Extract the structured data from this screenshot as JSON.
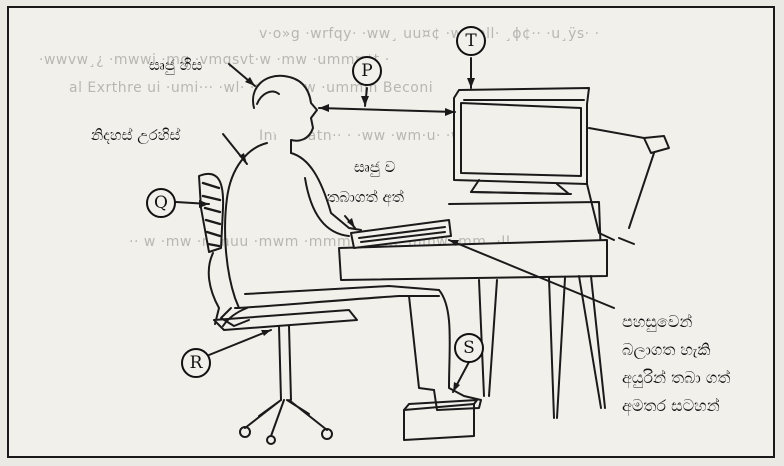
{
  "labels": {
    "correct_head": "සෘජු හිස",
    "relaxed_shoulders": "නිදහස් උරහිස්",
    "straight_wrist_line1": "සෘජු ව",
    "straight_wrist_line2": "තබාගත් අත්"
  },
  "markers": {
    "p": "P",
    "q": "Q",
    "r": "R",
    "s": "S",
    "t": "T"
  },
  "note_lines": [
    "පහසුවෙන්",
    "බලාගත හැකි",
    "අයුරින් තබා ගත්",
    "අමතර සටහන්"
  ],
  "background_text": [
    "v·o»g ·wrfqy· ·ww¸ uu¤¢ ·wqmll· ¸ɸ¢·· ·u¸ÿs· ·",
    "·wwvw¸¿ ·mwwi ·mq ·vmqsvt·w ·mw ·umm¤¢t ·",
    "al Exrthre ui ·umi··· ·wl· ·ummww ·ummm Beconi",
    "Informatn·· · ·ww ·wm·u· ·ww·mm ·T. II",
    "·· w ·mw ·mmuu ·mwm ·mmm ·mvm ·mmw ·mm. ·II"
  ],
  "colors": {
    "ink": "#1a1a1a",
    "paper": "#f2f0eb",
    "faint": "#b9b7b2"
  }
}
